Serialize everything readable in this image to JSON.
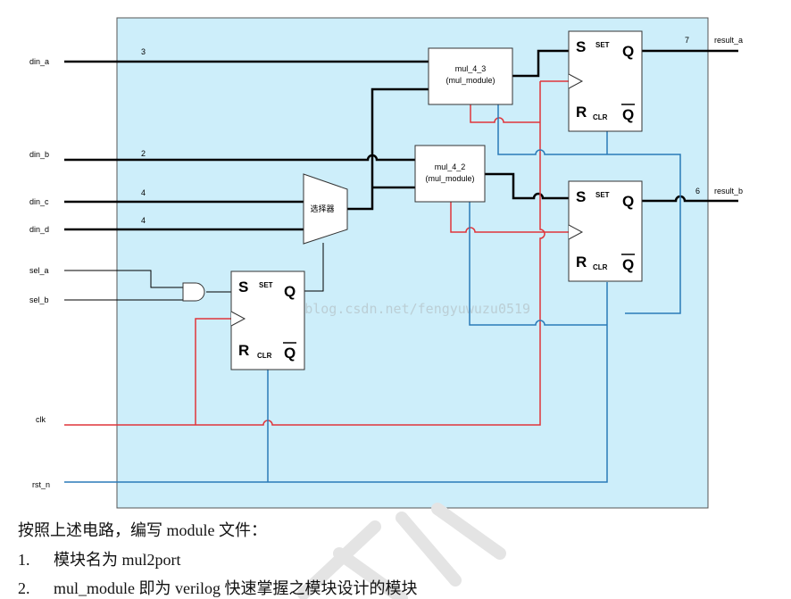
{
  "signals": {
    "din_a": "din_a",
    "din_b": "din_b",
    "din_c": "din_c",
    "din_d": "din_d",
    "sel_a": "sel_a",
    "sel_b": "sel_b",
    "clk": "clk",
    "rst_n": "rst_n",
    "result_a": "result_a",
    "result_b": "result_b"
  },
  "bus_widths": {
    "din_a": "3",
    "din_b": "2",
    "din_c": "4",
    "din_d": "4",
    "result_a": "7",
    "result_b": "6"
  },
  "blocks": {
    "mul_4_3": {
      "name": "mul_4_3",
      "type": "(mul_module)"
    },
    "mul_4_2": {
      "name": "mul_4_2",
      "type": "(mul_module)"
    },
    "mux": "选择器"
  },
  "flipflop": {
    "set": "S",
    "set_sub": "SET",
    "q": "Q",
    "reset": "R",
    "reset_sub": "CLR",
    "qbar": "Q"
  },
  "watermark": "http://blog.csdn.net/fengyuwuzu0519",
  "caption": {
    "intro": "按照上述电路，编写 module 文件：",
    "items": [
      {
        "num": "1.",
        "text": "模块名为 mul2port"
      },
      {
        "num": "2.",
        "text": "mul_module 即为 verilog 快速掌握之模块设计的模块"
      }
    ]
  },
  "colors": {
    "canvas": "#cdeefa",
    "data_wire": "#000000",
    "clock_wire": "#e0353a",
    "reset_wire": "#2a7ab8"
  }
}
